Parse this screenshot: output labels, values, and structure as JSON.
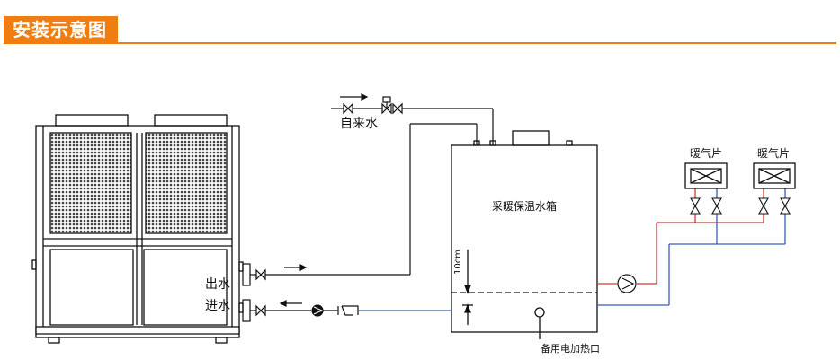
{
  "header": {
    "title": "安装示意图"
  },
  "labels": {
    "tap_water": "自来水",
    "water_out": "出水",
    "water_in": "进水",
    "tank": "采暖保温水箱",
    "tank_level": "10cm",
    "backup_heater": "备用电加热口",
    "radiator_1": "暖气片",
    "radiator_2": "暖气片"
  },
  "colors": {
    "accent": "#ef7d12",
    "supply_pipe": "#d9343a",
    "return_pipe": "#3a5bb8",
    "line": "#111111"
  }
}
